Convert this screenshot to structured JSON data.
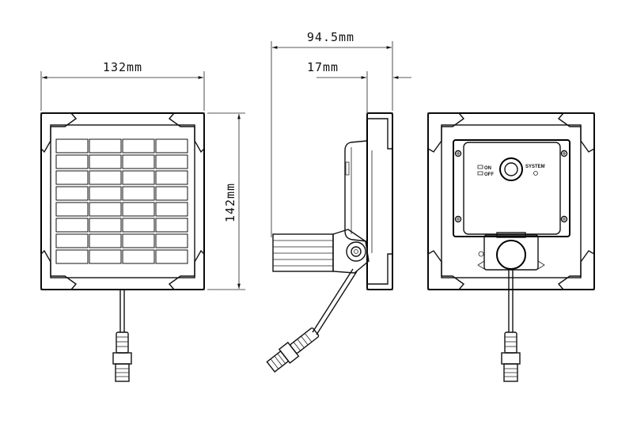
{
  "dimensions": {
    "width": "132mm",
    "height": "142mm",
    "depth_total": "94.5mm",
    "depth_panel": "17mm"
  },
  "labels": {
    "on": "ON",
    "off": "OFF",
    "system": "SYSTEM"
  },
  "panel": {
    "rows": 8,
    "cols": 4
  },
  "colors": {
    "line": "#111111",
    "background": "#ffffff"
  }
}
